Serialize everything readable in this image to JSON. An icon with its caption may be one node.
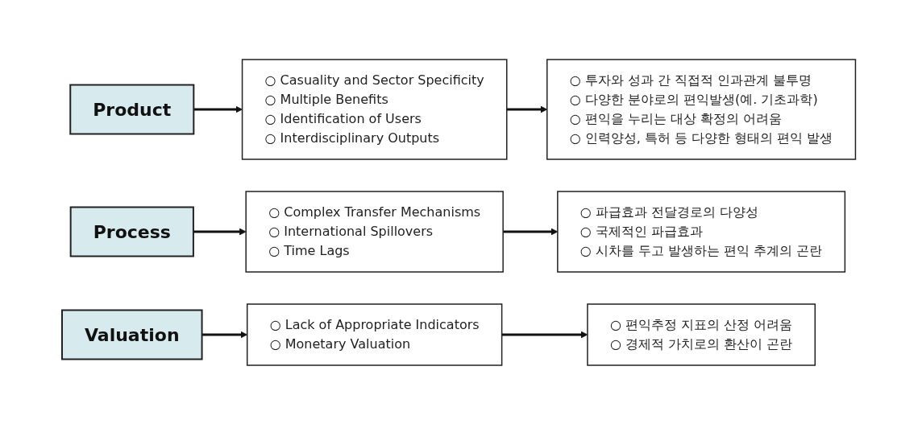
{
  "diagram": {
    "nodes": [
      {
        "text": [
          "Product"
        ]
      },
      {
        "text": [
          "○ Casuality and Sector Specificity",
          "○ Multiple Benefits",
          "○ Identification of Users",
          "○ Interdisciplinary Outputs"
        ]
      },
      {
        "text": [
          "○ 투자와 성과 간 직접적 인과관계 불투명",
          "○ 다양한 분야로의 편익발생(예. 기초과학)",
          "○ 편익을 누리는 대상 확정의 어려움",
          "○ 인력양성, 특허 등 다양한 형태의 편익 발생"
        ]
      },
      {
        "text": [
          "Process"
        ]
      },
      {
        "text": [
          "○ Complex Transfer Mechanisms",
          "○ International Spillovers",
          "○ Time Lags"
        ]
      },
      {
        "text": [
          "○ 파급효과 전달경로의 다양성",
          "○ 국제적인 파급효과",
          "○ 시차를 두고 발생하는 편익 추계의 곤란"
        ]
      },
      {
        "text": [
          "Valuation"
        ]
      },
      {
        "text": [
          "○ Lack of Appropriate Indicators",
          "○ Monetary Valuation"
        ]
      },
      {
        "text": [
          "○ 편익추정 지표의 산정 어려움",
          "○ 경제적 가치로의 환산이 곤란"
        ]
      }
    ],
    "edges": [
      {
        "from": 0,
        "to": 1,
        "arrow": "to"
      },
      {
        "from": 1,
        "to": 2,
        "arrow": "to"
      },
      {
        "from": 3,
        "to": 4,
        "arrow": "to"
      },
      {
        "from": 4,
        "to": 5,
        "arrow": "to"
      },
      {
        "from": 6,
        "to": 7,
        "arrow": "to"
      },
      {
        "from": 7,
        "to": 8,
        "arrow": "to"
      }
    ]
  }
}
